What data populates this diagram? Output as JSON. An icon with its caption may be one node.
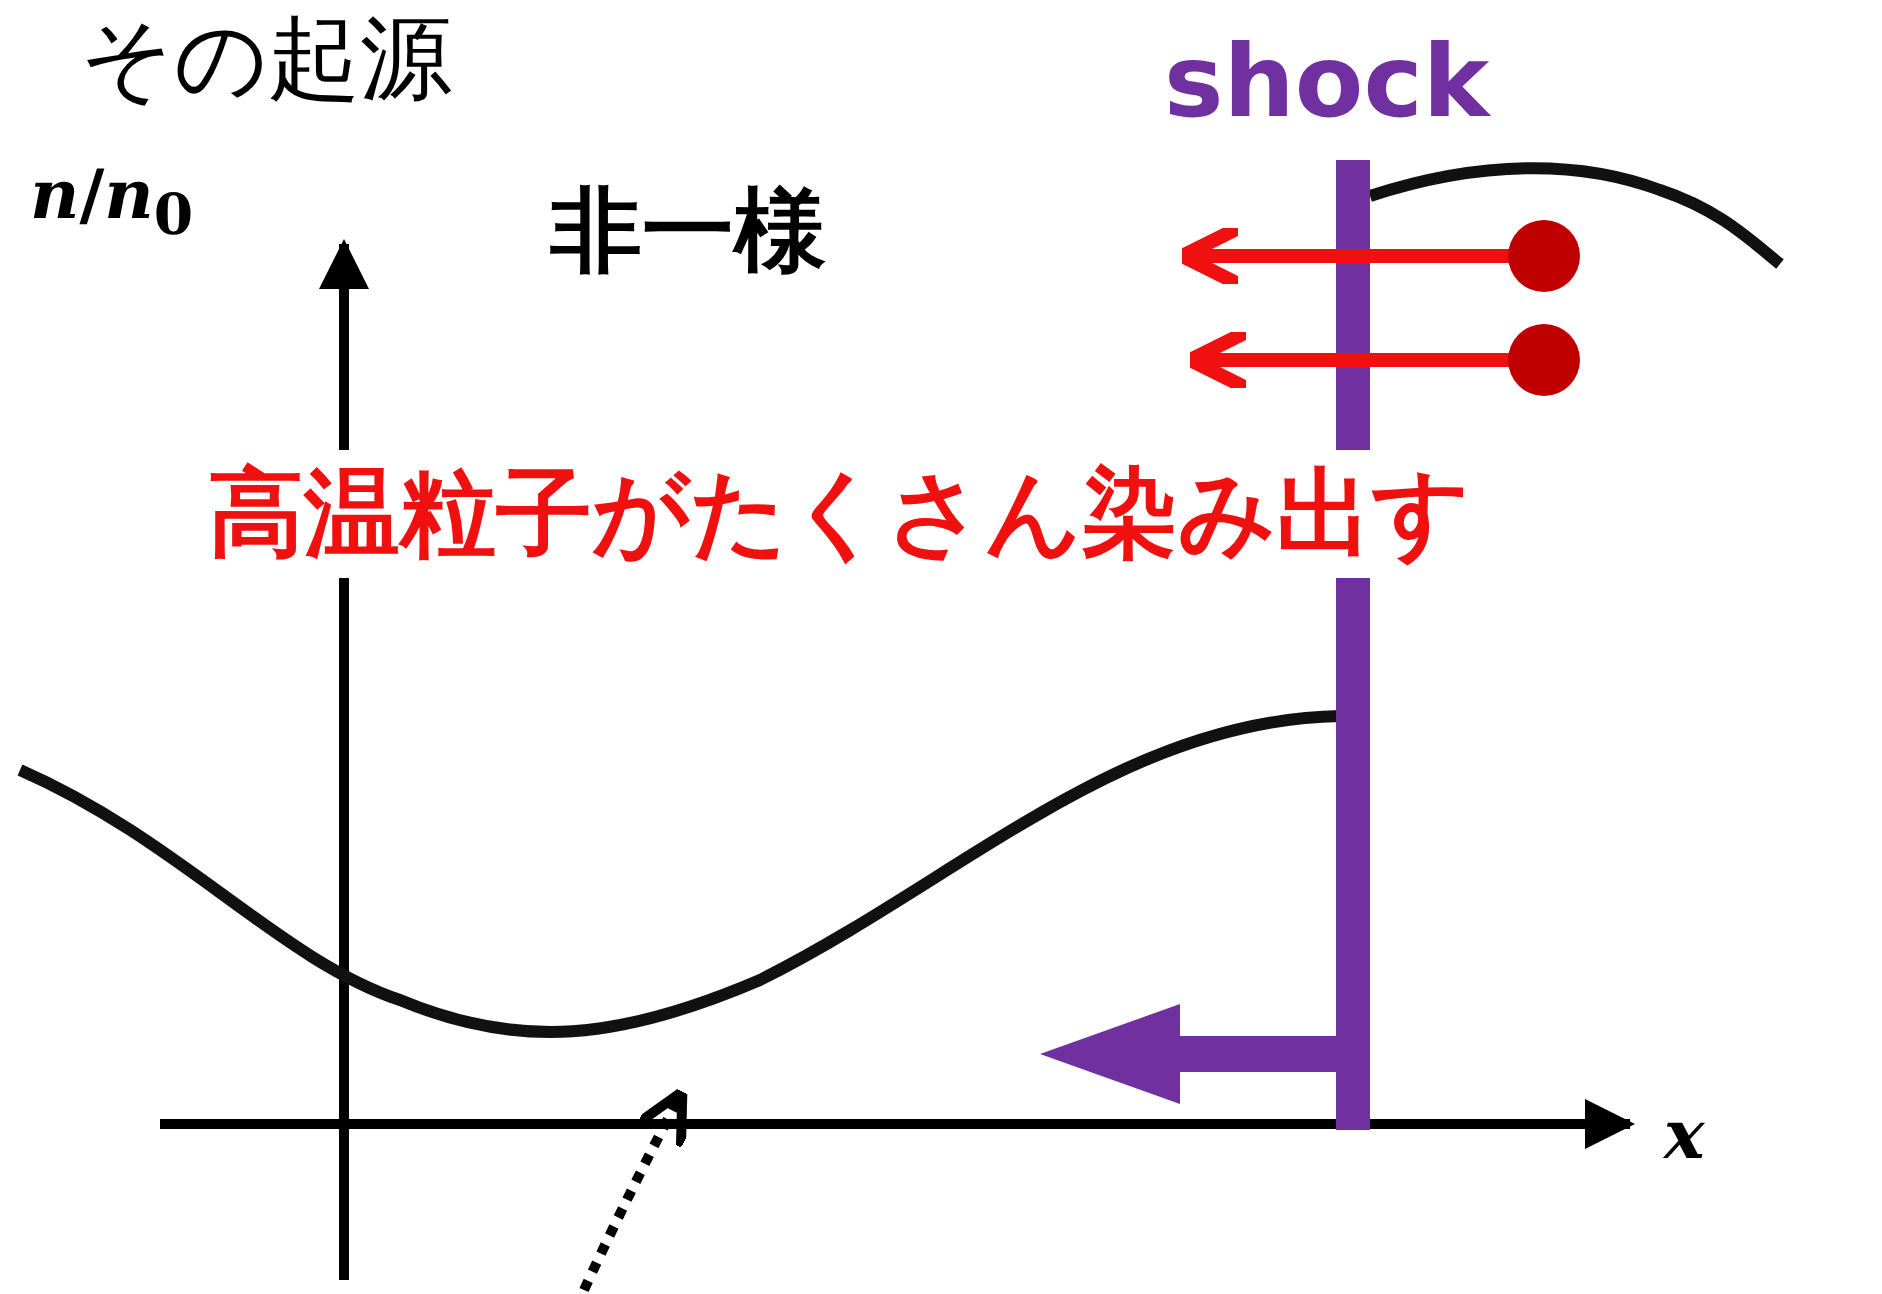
{
  "diagram": {
    "title": "その起源",
    "labels": [
      "*n*/*n*$_{0}$",
      "非一様",
      "shock",
      "高温粒子がたくさん染み出す",
      "*x*"
    ]
  }
}
